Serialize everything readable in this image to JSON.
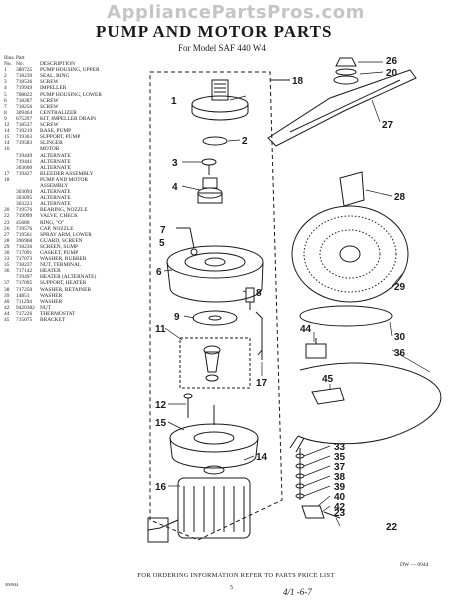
{
  "watermark": "AppliancePartsPros.com",
  "title": "PUMP AND MOTOR PARTS",
  "subtitle": "For Model SAF 440 W4",
  "table": {
    "headers": {
      "illus": "Illus.",
      "part": "Part",
      "no": "No.",
      "no2": "No.",
      "description": "DESCRIPTION"
    },
    "rows": [
      [
        "1",
        "380725",
        "PUMP HOUSING, UPPER"
      ],
      [
        "2",
        "718239",
        "SEAL, RING"
      ],
      [
        "3",
        "718536",
        "SCREW"
      ],
      [
        "4",
        "719949",
        "IMPELLER"
      ],
      [
        "5",
        "708822",
        "PUMP HOUSING, LOWER"
      ],
      [
        "6",
        "718287",
        "SCREW"
      ],
      [
        "7",
        "718256",
        "SCREW"
      ],
      [
        "8",
        "309464",
        "CENTRALIZER"
      ],
      [
        "9",
        "675297",
        "KIT, IMPELLER DRAIN"
      ],
      [
        "12",
        "718537",
        "SCREW"
      ],
      [
        "14",
        "719219",
        "BASE, PUMP"
      ],
      [
        "15",
        "719363",
        "SUPPORT, PUMP"
      ],
      [
        "14",
        "719583",
        "SLINGER"
      ],
      [
        "16",
        "",
        "MOTOR"
      ],
      [
        "",
        "719449",
        "ALTERNATE"
      ],
      [
        "",
        "719441",
        "ALTERNATE"
      ],
      [
        "",
        "303600",
        "ALTERNATE"
      ],
      [
        "17",
        "719427",
        "BLEEDER ASSEMBLY"
      ],
      [
        "18",
        "",
        "PUMP AND MOTOR"
      ],
      [
        "",
        "",
        "ASSEMBLY"
      ],
      [
        "",
        "303094",
        "ALTERNATE"
      ],
      [
        "",
        "303095",
        "ALTERNATE"
      ],
      [
        "",
        "303223",
        "ALTERNATE"
      ],
      [
        "20",
        "719576",
        "BEARING, NOZZLE"
      ],
      [
        "22",
        "719999",
        "VALVE, CHECK"
      ],
      [
        "23",
        "45680",
        "RING, \"O\""
      ],
      [
        "26",
        "719576",
        "CAP, NOZZLE"
      ],
      [
        "27",
        "719561",
        "SPRAY ARM, LOWER"
      ],
      [
        "28",
        "396968",
        "GUARD, SCREEN"
      ],
      [
        "29",
        "718236",
        "SCREEN, SUMP"
      ],
      [
        "30",
        "717091",
        "GASKET, PUMP"
      ],
      [
        "33",
        "717073",
        "WASHER, RUBBER"
      ],
      [
        "35",
        "718237",
        "NUT, TERMINAL"
      ],
      [
        "36",
        "717142",
        "HEATER"
      ],
      [
        "",
        "719497",
        "HEATER (ALTERNATE)"
      ],
      [
        "37",
        "717095",
        "SUPPORT, HEATER"
      ],
      [
        "38",
        "717250",
        "WASHER, RETAINER"
      ],
      [
        "39",
        "14851",
        "WASHER"
      ],
      [
        "40",
        "711294",
        "WASHER"
      ],
      [
        "42",
        "9420382",
        "NUT"
      ],
      [
        "44",
        "717226",
        "THERMOSTAT"
      ],
      [
        "45",
        "715075",
        "BRACKET"
      ]
    ]
  },
  "callouts": {
    "c1": "1",
    "c2": "2",
    "c3": "3",
    "c4": "4",
    "c5": "5",
    "c6": "6",
    "c7": "7",
    "c8": "8",
    "c9": "9",
    "c11": "11",
    "c12": "12",
    "c14": "14",
    "c15": "15",
    "c16": "16",
    "c17": "17",
    "c18": "18",
    "c20": "20",
    "c22": "22",
    "c23": "23",
    "c26": "26",
    "c27": "27",
    "c28": "28",
    "c29": "29",
    "c30": "30",
    "c33": "33",
    "c35": "35",
    "c36": "36",
    "c37": "37",
    "c38": "38",
    "c39": "39",
    "c40": "40",
    "c42": "42",
    "c44": "44",
    "c45": "45"
  },
  "dw_number": "DW — 0944",
  "footer_note": "FOR ORDERING INFORMATION REFER TO PARTS PRICE LIST",
  "page_number": "5",
  "left_code": "300944",
  "handwritten_code": "4/1 -6-7"
}
